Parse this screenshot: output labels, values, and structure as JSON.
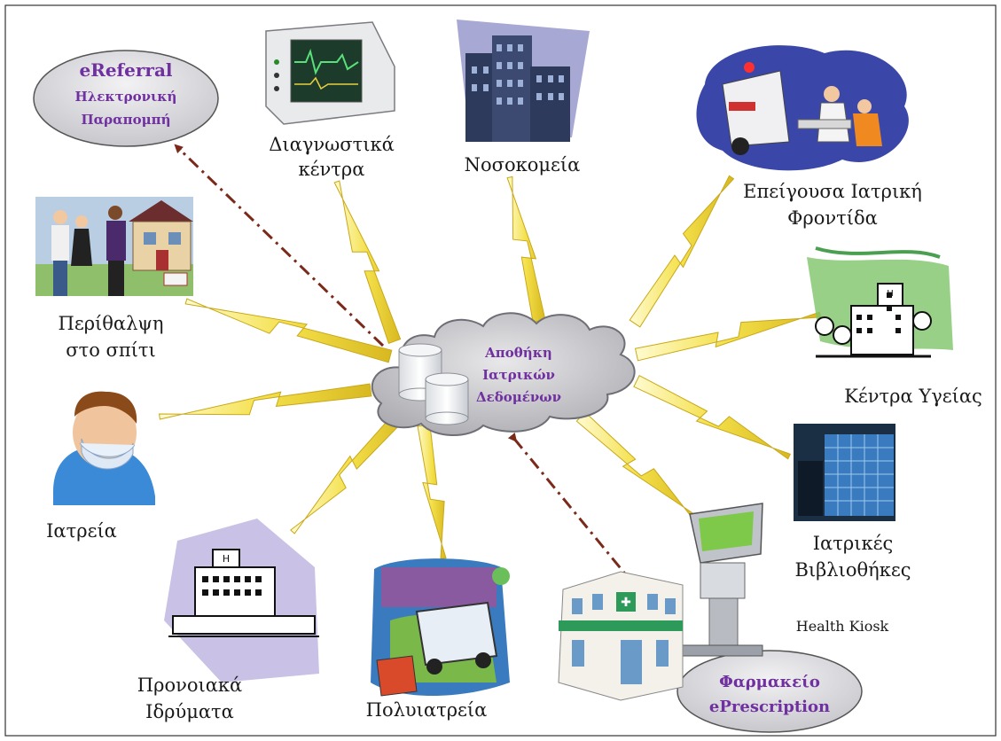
{
  "hub": {
    "lines": [
      "Αποθήκη",
      "Ιατρικών",
      "Δεδομένων"
    ]
  },
  "nodes": {
    "diagnostic": [
      "Διαγνωστικά",
      "κέντρα"
    ],
    "hospitals": [
      "Νοσοκομεία"
    ],
    "emergency": [
      "Επείγουσα Ιατρική",
      "Φροντίδα"
    ],
    "homecare": [
      "Περίθαλψη",
      "στο σπίτι"
    ],
    "health_centers": [
      "Κέντρα Υγείας"
    ],
    "clinics": [
      "Ιατρεία"
    ],
    "libraries": [
      "Ιατρικές",
      "Βιβλιοθήκες"
    ],
    "welfare": [
      "Προνοιακά",
      "Ιδρύματα"
    ],
    "polyclinics": [
      "Πολυιατρεία"
    ],
    "kiosk": [
      "Health Kiosk"
    ]
  },
  "bubbles": {
    "ereferral": [
      "eReferral",
      "Ηλεκτρονική",
      "Παραπομπή"
    ],
    "pharmacy": [
      "Φαρμακείο",
      "ePrescription"
    ]
  },
  "colors": {
    "accent_text": "#7030a0",
    "bolt": "#f4e04a",
    "dash_arrow": "#7b2a1a",
    "cloud": "#c9c9cc"
  }
}
